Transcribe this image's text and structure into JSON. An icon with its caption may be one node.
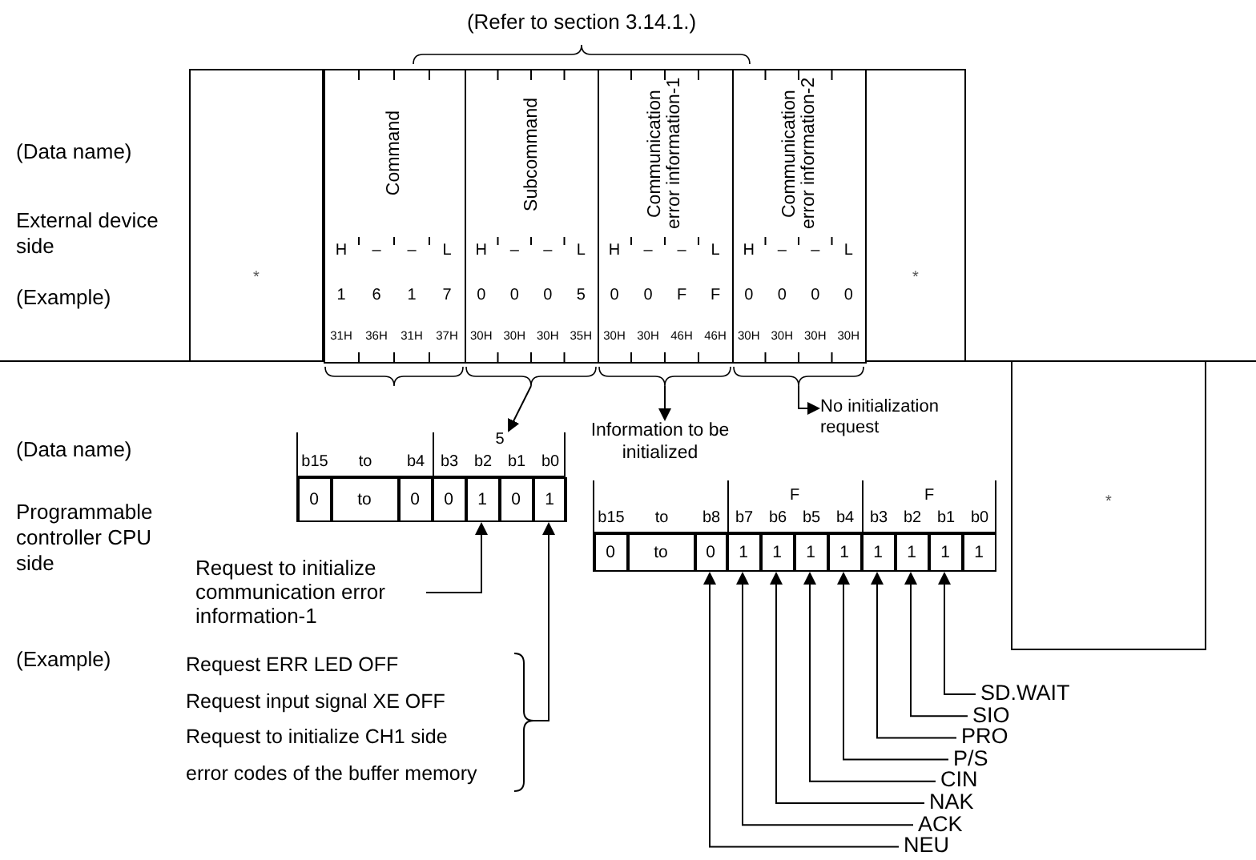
{
  "diagram": {
    "nodes": [
      {
        "text": [
          "*"
        ]
      },
      {
        "text": [
          "Command",
          "H",
          "–",
          "–",
          "L",
          "1",
          "6",
          "1",
          "7",
          "31H",
          "36H",
          "31H",
          "37H"
        ]
      },
      {
        "text": [
          "Subcommand",
          "H",
          "–",
          "–",
          "L",
          "0",
          "0",
          "0",
          "5",
          "30H",
          "30H",
          "30H",
          "35H"
        ]
      },
      {
        "text": [
          "Communication error information-1",
          "H",
          "–",
          "–",
          "L",
          "0",
          "0",
          "F",
          "F",
          "30H",
          "30H",
          "46H",
          "46H"
        ]
      },
      {
        "text": [
          "Communication error information-2",
          "H",
          "–",
          "–",
          "L",
          "0",
          "0",
          "0",
          "0",
          "30H",
          "30H",
          "30H",
          "30H"
        ]
      },
      {
        "text": [
          "*"
        ]
      },
      {
        "text": [
          "*"
        ]
      },
      {
        "text": [
          "5",
          "b15",
          "to",
          "b4",
          "b3",
          "b2",
          "b1",
          "b0"
        ]
      },
      {
        "text": [
          "0"
        ],
        "in": 7
      },
      {
        "text": [
          "to"
        ],
        "in": 7
      },
      {
        "text": [
          "0"
        ],
        "in": 7
      },
      {
        "text": [
          "0"
        ],
        "in": 7
      },
      {
        "text": [
          "1"
        ],
        "in": 7
      },
      {
        "text": [
          "0"
        ],
        "in": 7
      },
      {
        "text": [
          "1"
        ],
        "in": 7
      },
      {
        "text": [
          "Information to be initialized"
        ]
      },
      {
        "text": [
          "No initialization request"
        ]
      },
      {
        "text": [
          "F",
          "F",
          "b15",
          "to",
          "b8",
          "b7",
          "b6",
          "b5",
          "b4",
          "b3",
          "b2",
          "b1",
          "b0"
        ]
      },
      {
        "text": [
          "0"
        ],
        "in": 17
      },
      {
        "text": [
          "to"
        ],
        "in": 17
      },
      {
        "text": [
          "0"
        ],
        "in": 17
      },
      {
        "text": [
          "1"
        ],
        "in": 17
      },
      {
        "text": [
          "1"
        ],
        "in": 17
      },
      {
        "text": [
          "1"
        ],
        "in": 17
      },
      {
        "text": [
          "1"
        ],
        "in": 17
      },
      {
        "text": [
          "1"
        ],
        "in": 17
      },
      {
        "text": [
          "1"
        ],
        "in": 17
      },
      {
        "text": [
          "1"
        ],
        "in": 17
      },
      {
        "text": [
          "1"
        ],
        "in": 17
      },
      {
        "text": [
          "Request to initialize communication error information-1"
        ]
      },
      {
        "text": [
          "Request ERR LED OFF",
          "Request input signal XE OFF",
          "Request to initialize CH1 side",
          "error codes of the buffer memory"
        ]
      },
      {
        "text": [
          "SD.WAIT"
        ]
      },
      {
        "text": [
          "SIO"
        ]
      },
      {
        "text": [
          "PRO"
        ]
      },
      {
        "text": [
          "P/S"
        ]
      },
      {
        "text": [
          "CIN"
        ]
      },
      {
        "text": [
          "NAK"
        ]
      },
      {
        "text": [
          "ACK"
        ]
      },
      {
        "text": [
          "NEU"
        ]
      }
    ],
    "edges": [
      {
        "from": 2,
        "to": 7,
        "arrow": "to"
      },
      {
        "from": 3,
        "to": 15,
        "arrow": "to"
      },
      {
        "from": 4,
        "to": 16,
        "arrow": "to"
      },
      {
        "from": 29,
        "to": 12,
        "arrow": "to"
      },
      {
        "from": 30,
        "to": 14,
        "arrow": "to"
      },
      {
        "from": 31,
        "to": 27,
        "arrow": "to"
      },
      {
        "from": 32,
        "to": 26,
        "arrow": "to"
      },
      {
        "from": 33,
        "to": 25,
        "arrow": "to"
      },
      {
        "from": 34,
        "to": 24,
        "arrow": "to"
      },
      {
        "from": 35,
        "to": 23,
        "arrow": "to"
      },
      {
        "from": 36,
        "to": 22,
        "arrow": "to"
      },
      {
        "from": 37,
        "to": 21,
        "arrow": "to"
      },
      {
        "from": 38,
        "to": 20,
        "arrow": "to"
      }
    ],
    "labels": [
      "(Refer to section 3.14.1.)",
      "(Data name)",
      "External device side",
      "(Example)",
      "(Data name)",
      "Programmable controller CPU side",
      "(Example)"
    ]
  }
}
